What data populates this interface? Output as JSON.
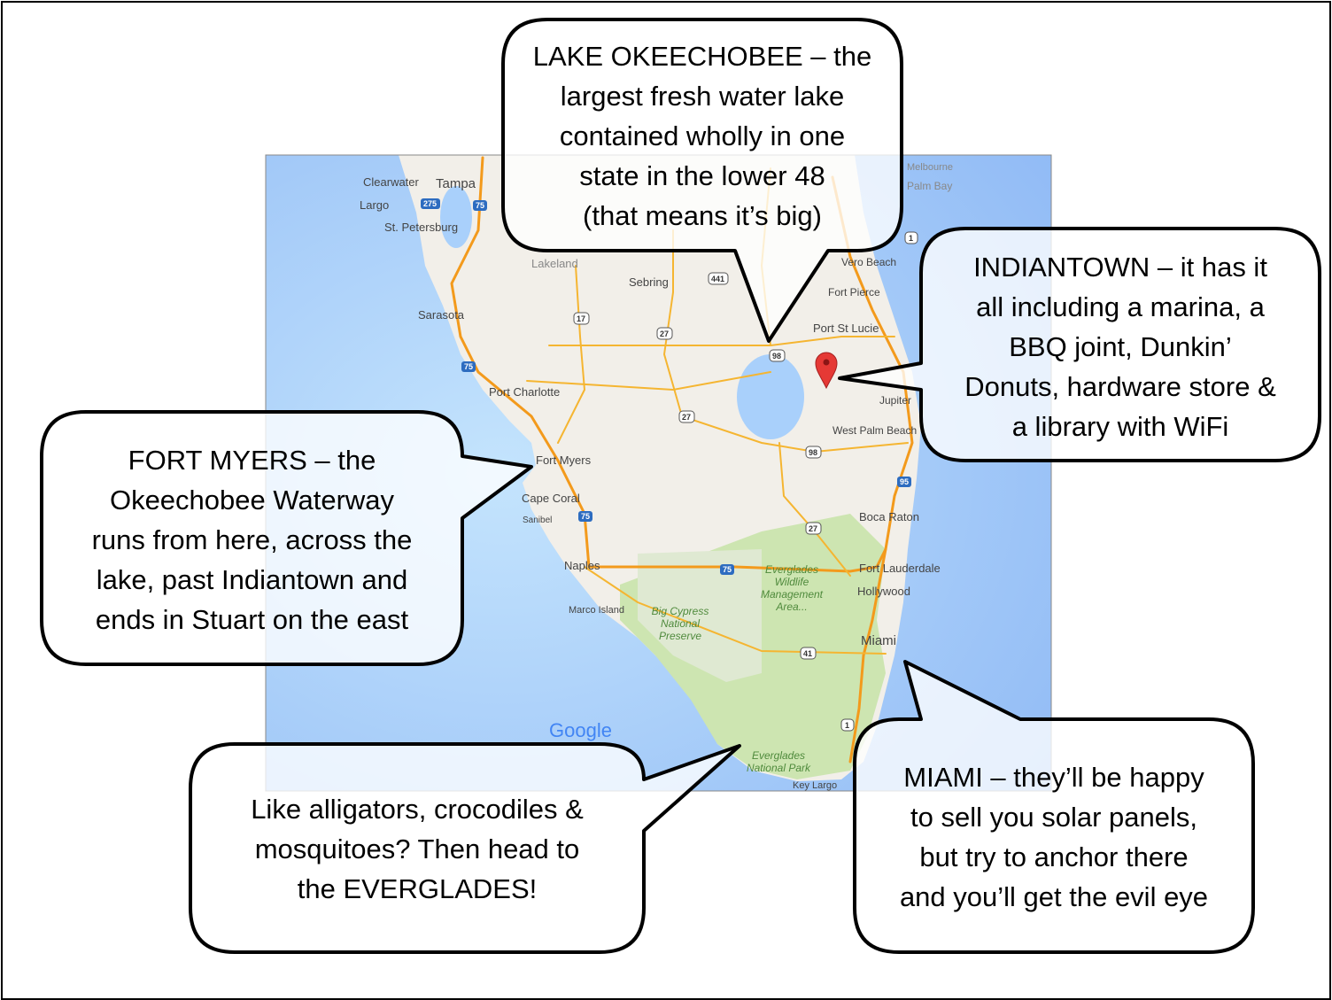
{
  "map": {
    "cities": [
      "Clearwater",
      "Tampa",
      "Largo",
      "St. Petersburg",
      "Lakeland",
      "Sarasota",
      "Sebring",
      "Port Charlotte",
      "Fort Myers",
      "Cape Coral",
      "Sanibel",
      "Naples",
      "Marco Island",
      "Vero Beach",
      "Fort Pierce",
      "Port St Lucie",
      "Jupiter",
      "West Palm Beach",
      "Boca Raton",
      "Fort Lauderdale",
      "Hollywood",
      "Miami",
      "Key Largo",
      "Melbourne",
      "Palm Bay"
    ],
    "parks": [
      "Big Cypress National Preserve",
      "Everglades Wildlife Management Area...",
      "Everglades National Park"
    ],
    "highways": [
      "275",
      "75",
      "75",
      "75",
      "75",
      "17",
      "27",
      "27",
      "27",
      "441",
      "98",
      "98",
      "95",
      "41",
      "1",
      "1"
    ],
    "logo": "Google",
    "marker_icon": "map-pin-icon",
    "colors": {
      "ocean": "#a9d0fb",
      "land": "#f2efe9",
      "park": "#cde5b1",
      "road": "#f5b531",
      "highway": "#f39a1c",
      "lake": "#a9d0fb",
      "marker": "#e53935"
    }
  },
  "callouts": {
    "lake_okeechobee": [
      "LAKE OKEECHOBEE  – the",
      "largest fresh water lake",
      "contained wholly in one",
      "state in the lower 48",
      "(that means it’s big)"
    ],
    "indiantown": [
      "INDIANTOWN – it has it",
      "all including a marina, a",
      "BBQ joint, Dunkin’",
      "Donuts, hardware store &",
      "a library with WiFi"
    ],
    "fort_myers": [
      "FORT MYERS  – the",
      "Okeechobee Waterway",
      "runs from here, across the",
      "lake, past Indiantown and",
      "ends in Stuart on the east"
    ],
    "everglades": [
      "Like alligators, crocodiles &",
      "mosquitoes? Then head to",
      "the EVERGLADES!"
    ],
    "miami": [
      "MIAMI – they’ll be happy",
      "to sell you solar panels,",
      "but try to anchor there",
      "and you’ll get the evil eye"
    ]
  }
}
